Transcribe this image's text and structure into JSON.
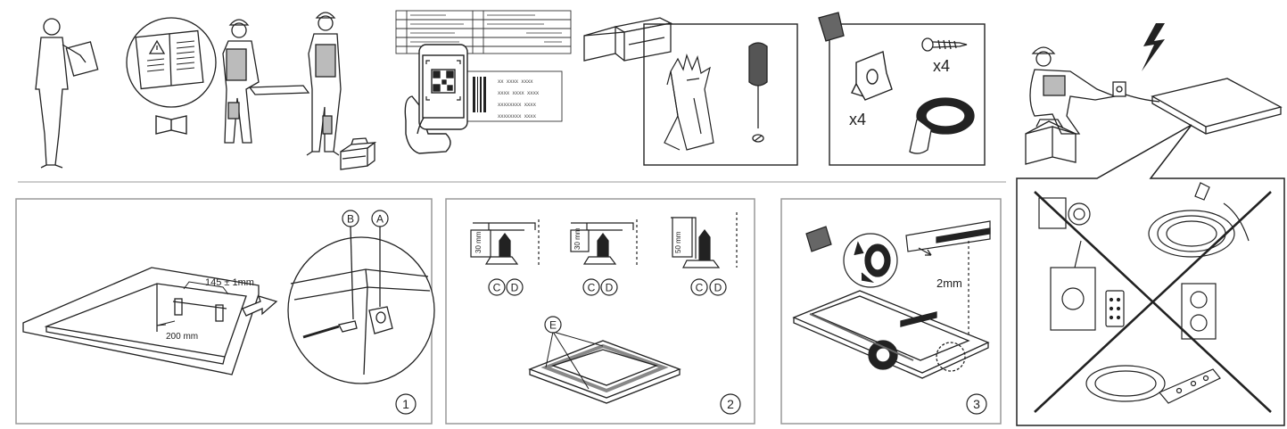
{
  "step_numbers": [
    "1",
    "2",
    "3"
  ],
  "labels": {
    "A": "A",
    "B": "B",
    "C": "C",
    "D": "D",
    "E": "E",
    "dim_145": "145 ± 1mm",
    "dim_200": "200 mm",
    "dim_30a": "30 mm",
    "dim_30b": "30 mm",
    "dim_50": "50 mm",
    "tape_gap": "2mm",
    "qty_clips": "x4",
    "qty_screws": "x4"
  },
  "rating_plate": {
    "rows": [
      "XX XXXX XXXX",
      "XXXX XXXX XXXX",
      "XXXXXXXX XXXX",
      "XXXXXXXX XXXX"
    ]
  }
}
